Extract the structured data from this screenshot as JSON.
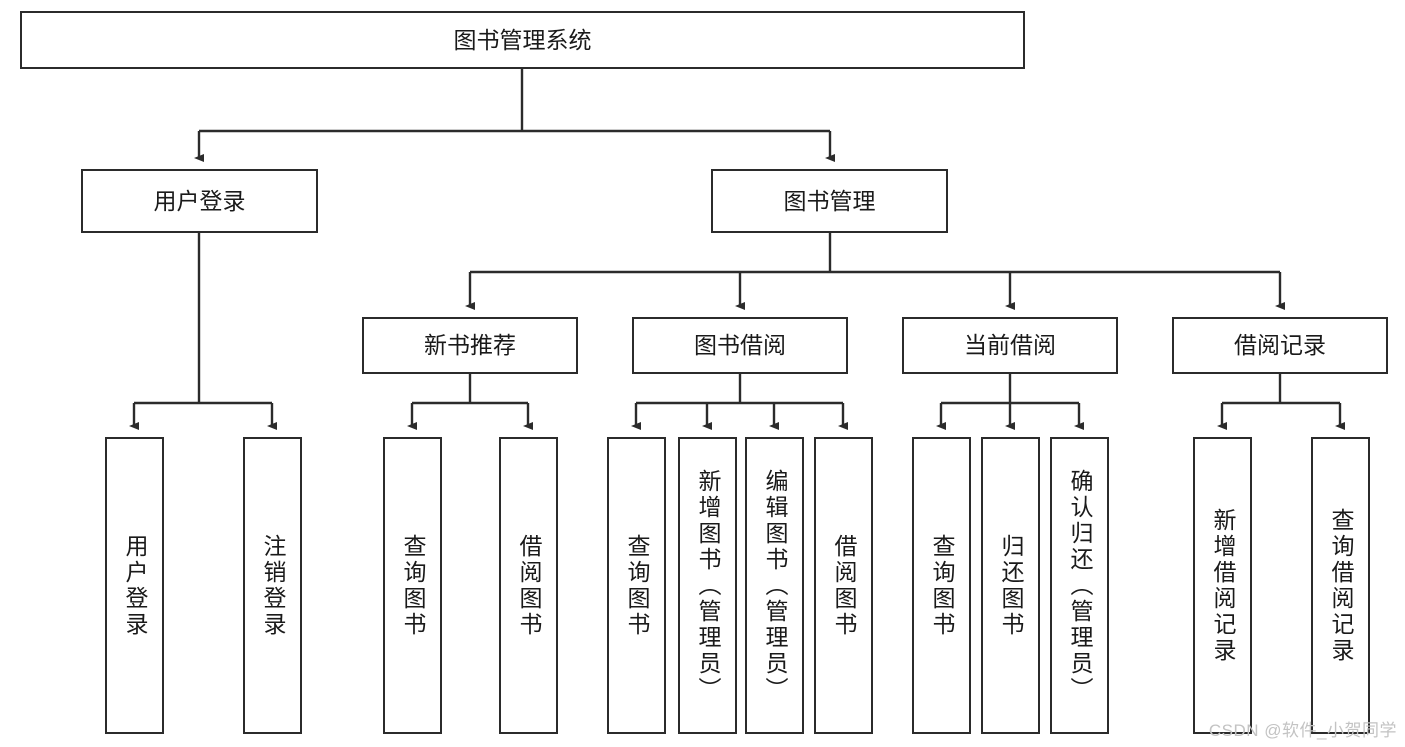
{
  "diagram": {
    "type": "tree",
    "title": "图书管理系统",
    "stroke_color": "#2b2b2b",
    "fill_color": "#ffffff",
    "text_color": "#1a1a1a",
    "watermark": "CSDN @软件_小贺同学",
    "watermark_color": "#c3c3c3"
  },
  "nodes": {
    "root": {
      "label": "图书管理系统"
    },
    "level1": [
      {
        "label": "用户登录"
      },
      {
        "label": "图书管理"
      }
    ],
    "level2": [
      {
        "label": "新书推荐"
      },
      {
        "label": "图书借阅"
      },
      {
        "label": "当前借阅"
      },
      {
        "label": "借阅记录"
      }
    ],
    "leaves": {
      "user_login": [
        {
          "label": "用户登录"
        },
        {
          "label": "注销登录"
        }
      ],
      "new_book": [
        {
          "label": "查询图书"
        },
        {
          "label": "借阅图书"
        }
      ],
      "book_borrow": [
        {
          "label": "查询图书"
        },
        {
          "label": "新增图书（管理员）"
        },
        {
          "label": "编辑图书（管理员）"
        },
        {
          "label": "借阅图书"
        }
      ],
      "current_borrow": [
        {
          "label": "查询图书"
        },
        {
          "label": "归还图书"
        },
        {
          "label": "确认归还（管理员）"
        }
      ],
      "borrow_record": [
        {
          "label": "新增借阅记录"
        },
        {
          "label": "查询借阅记录"
        }
      ]
    }
  }
}
